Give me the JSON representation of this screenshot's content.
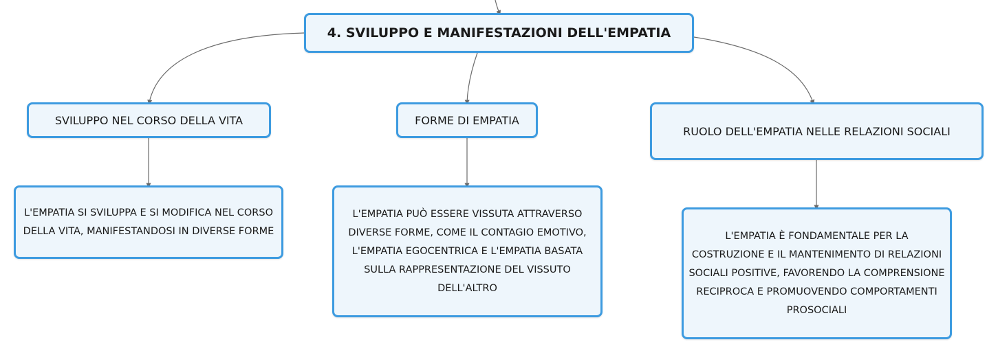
{
  "colors": {
    "node_border": "#3d9be0",
    "node_fill": "#eef6fc",
    "connector": "#6b6b6b",
    "text": "#1a1a1a"
  },
  "root": {
    "label": "4. SVILUPPO E MANIFESTAZIONI DELL'EMPATIA"
  },
  "branches": [
    {
      "label": "SVILUPPO NEL CORSO DELLA VITA",
      "detail": "L'EMPATIA SI SVILUPPA E SI MODIFICA NEL CORSO DELLA VITA, MANIFESTANDOSI IN DIVERSE FORME"
    },
    {
      "label": "FORME DI EMPATIA",
      "detail": "L'EMPATIA PUÒ ESSERE VISSUTA ATTRAVERSO DIVERSE FORME, COME IL CONTAGIO EMOTIVO, L'EMPATIA EGOCENTRICA E L'EMPATIA BASATA SULLA RAPPRESENTAZIONE DEL VISSUTO DELL'ALTRO"
    },
    {
      "label": "RUOLO DELL'EMPATIA NELLE RELAZIONI SOCIALI",
      "detail": "L'EMPATIA È FONDAMENTALE PER LA COSTRUZIONE E IL MANTENIMENTO DI RELAZIONI SOCIALI POSITIVE, FAVORENDO LA COMPRENSIONE RECIPROCA E PROMUOVENDO COMPORTAMENTI PROSOCIALI"
    }
  ]
}
